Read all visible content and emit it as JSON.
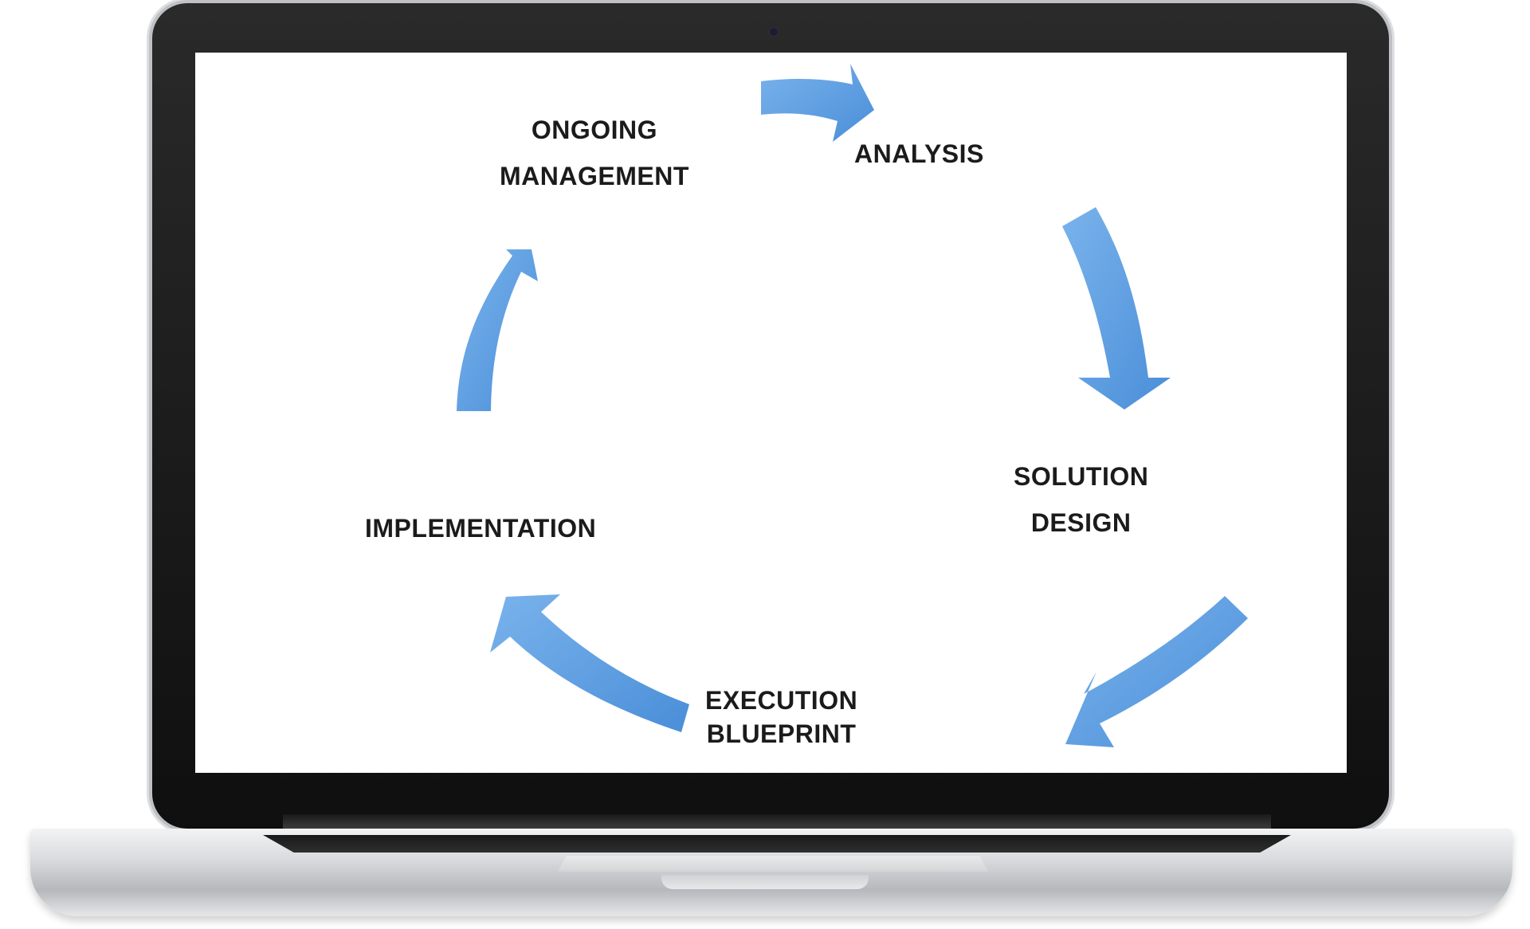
{
  "diagram": {
    "stages": [
      {
        "lines": [
          "ANALYSIS"
        ]
      },
      {
        "lines": [
          "SOLUTION",
          "DESIGN"
        ]
      },
      {
        "lines": [
          "EXECUTION",
          "BLUEPRINT"
        ]
      },
      {
        "lines": [
          "IMPLEMENTATION"
        ]
      },
      {
        "lines": [
          "ONGOING",
          "MANAGEMENT"
        ]
      }
    ],
    "arrow_color": "#4a8ed8",
    "arrow_color_light": "#7ab3ec"
  }
}
